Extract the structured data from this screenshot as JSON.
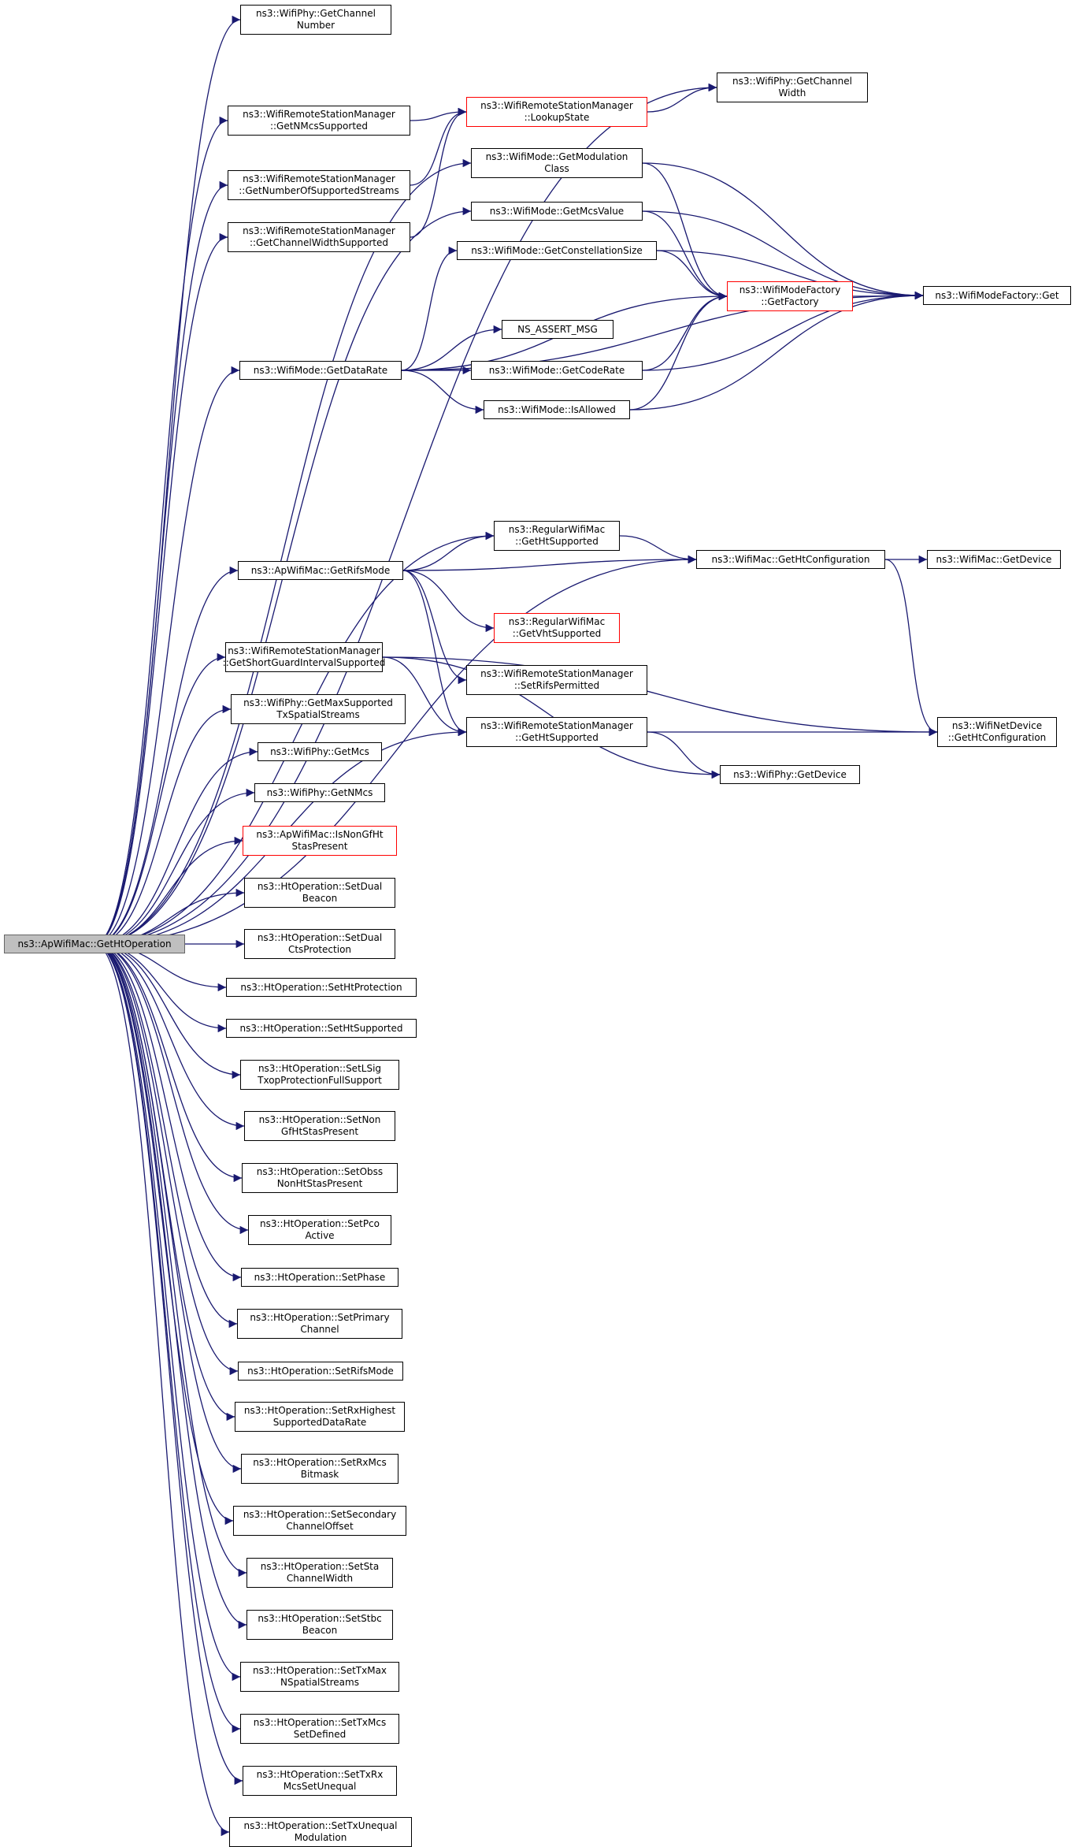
{
  "graph": {
    "edge_color": "#191970",
    "highlight_border_color": "#ff0000",
    "root_fill": "#bfbfbf",
    "nodes": [
      {
        "id": "root",
        "label": "ns3::ApWifiMac::GetHtOperation",
        "style": "root"
      },
      {
        "id": "phyChanNum",
        "label": "ns3::WifiPhy::GetChannel\nNumber"
      },
      {
        "id": "phyChanWidth",
        "label": "ns3::WifiPhy::GetChannel\nWidth"
      },
      {
        "id": "rsmNMcs",
        "label": "ns3::WifiRemoteStationManager\n::GetNMcsSupported"
      },
      {
        "id": "rsmLookup",
        "label": "ns3::WifiRemoteStationManager\n::LookupState",
        "style": "red"
      },
      {
        "id": "rsmStreams",
        "label": "ns3::WifiRemoteStationManager\n::GetNumberOfSupportedStreams"
      },
      {
        "id": "rsmChanWidth",
        "label": "ns3::WifiRemoteStationManager\n::GetChannelWidthSupported"
      },
      {
        "id": "modeModClass",
        "label": "ns3::WifiMode::GetModulation\nClass"
      },
      {
        "id": "modeMcsValue",
        "label": "ns3::WifiMode::GetMcsValue"
      },
      {
        "id": "modeConst",
        "label": "ns3::WifiMode::GetConstellationSize"
      },
      {
        "id": "factoryGetFactory",
        "label": "ns3::WifiModeFactory\n::GetFactory",
        "style": "red"
      },
      {
        "id": "factoryGet",
        "label": "ns3::WifiModeFactory::Get"
      },
      {
        "id": "assert",
        "label": "NS_ASSERT_MSG"
      },
      {
        "id": "modeDataRate",
        "label": "ns3::WifiMode::GetDataRate"
      },
      {
        "id": "modeCodeRate",
        "label": "ns3::WifiMode::GetCodeRate"
      },
      {
        "id": "modeIsAllowed",
        "label": "ns3::WifiMode::IsAllowed"
      },
      {
        "id": "regHt",
        "label": "ns3::RegularWifiMac\n::GetHtSupported"
      },
      {
        "id": "rifsMode",
        "label": "ns3::ApWifiMac::GetRifsMode"
      },
      {
        "id": "macHtConf",
        "label": "ns3::WifiMac::GetHtConfiguration"
      },
      {
        "id": "macDevice",
        "label": "ns3::WifiMac::GetDevice"
      },
      {
        "id": "regVht",
        "label": "ns3::RegularWifiMac\n::GetVhtSupported",
        "style": "red"
      },
      {
        "id": "rsmShortGI",
        "label": "ns3::WifiRemoteStationManager\n::GetShortGuardIntervalSupported"
      },
      {
        "id": "rsmRifs",
        "label": "ns3::WifiRemoteStationManager\n::SetRifsPermitted"
      },
      {
        "id": "phyMaxSS",
        "label": "ns3::WifiPhy::GetMaxSupported\nTxSpatialStreams"
      },
      {
        "id": "rsmHt",
        "label": "ns3::WifiRemoteStationManager\n::GetHtSupported"
      },
      {
        "id": "netHtConf",
        "label": "ns3::WifiNetDevice\n::GetHtConfiguration"
      },
      {
        "id": "phyMcs",
        "label": "ns3::WifiPhy::GetMcs"
      },
      {
        "id": "phyNMcs",
        "label": "ns3::WifiPhy::GetNMcs"
      },
      {
        "id": "phyDevice",
        "label": "ns3::WifiPhy::GetDevice"
      },
      {
        "id": "nonGf",
        "label": "ns3::ApWifiMac::IsNonGfHt\nStasPresent",
        "style": "red"
      },
      {
        "id": "h01",
        "label": "ns3::HtOperation::SetDual\nBeacon"
      },
      {
        "id": "h02",
        "label": "ns3::HtOperation::SetDual\nCtsProtection"
      },
      {
        "id": "h03",
        "label": "ns3::HtOperation::SetHtProtection"
      },
      {
        "id": "h04",
        "label": "ns3::HtOperation::SetHtSupported"
      },
      {
        "id": "h05",
        "label": "ns3::HtOperation::SetLSig\nTxopProtectionFullSupport"
      },
      {
        "id": "h06",
        "label": "ns3::HtOperation::SetNon\nGfHtStasPresent"
      },
      {
        "id": "h07",
        "label": "ns3::HtOperation::SetObss\nNonHtStasPresent"
      },
      {
        "id": "h08",
        "label": "ns3::HtOperation::SetPco\nActive"
      },
      {
        "id": "h09",
        "label": "ns3::HtOperation::SetPhase"
      },
      {
        "id": "h10",
        "label": "ns3::HtOperation::SetPrimary\nChannel"
      },
      {
        "id": "h11",
        "label": "ns3::HtOperation::SetRifsMode"
      },
      {
        "id": "h12",
        "label": "ns3::HtOperation::SetRxHighest\nSupportedDataRate"
      },
      {
        "id": "h13",
        "label": "ns3::HtOperation::SetRxMcs\nBitmask"
      },
      {
        "id": "h14",
        "label": "ns3::HtOperation::SetSecondary\nChannelOffset"
      },
      {
        "id": "h15",
        "label": "ns3::HtOperation::SetSta\nChannelWidth"
      },
      {
        "id": "h16",
        "label": "ns3::HtOperation::SetStbc\nBeacon"
      },
      {
        "id": "h17",
        "label": "ns3::HtOperation::SetTxMax\nNSpatialStreams"
      },
      {
        "id": "h18",
        "label": "ns3::HtOperation::SetTxMcs\nSetDefined"
      },
      {
        "id": "h19",
        "label": "ns3::HtOperation::SetTxRx\nMcsSetUnequal"
      },
      {
        "id": "h20",
        "label": "ns3::HtOperation::SetTxUnequal\nModulation"
      }
    ],
    "edges": [
      [
        "root",
        "phyChanNum"
      ],
      [
        "root",
        "phyChanWidth"
      ],
      [
        "root",
        "rsmNMcs"
      ],
      [
        "root",
        "rsmStreams"
      ],
      [
        "root",
        "rsmChanWidth"
      ],
      [
        "root",
        "modeModClass"
      ],
      [
        "root",
        "modeMcsValue"
      ],
      [
        "root",
        "modeDataRate"
      ],
      [
        "root",
        "regHt"
      ],
      [
        "root",
        "macHtConf"
      ],
      [
        "root",
        "rifsMode"
      ],
      [
        "root",
        "rsmShortGI"
      ],
      [
        "root",
        "phyMaxSS"
      ],
      [
        "root",
        "rsmHt"
      ],
      [
        "root",
        "phyMcs"
      ],
      [
        "root",
        "phyNMcs"
      ],
      [
        "root",
        "nonGf"
      ],
      [
        "root",
        "h01"
      ],
      [
        "root",
        "h02"
      ],
      [
        "root",
        "h03"
      ],
      [
        "root",
        "h04"
      ],
      [
        "root",
        "h05"
      ],
      [
        "root",
        "h06"
      ],
      [
        "root",
        "h07"
      ],
      [
        "root",
        "h08"
      ],
      [
        "root",
        "h09"
      ],
      [
        "root",
        "h10"
      ],
      [
        "root",
        "h11"
      ],
      [
        "root",
        "h12"
      ],
      [
        "root",
        "h13"
      ],
      [
        "root",
        "h14"
      ],
      [
        "root",
        "h15"
      ],
      [
        "root",
        "h16"
      ],
      [
        "root",
        "h17"
      ],
      [
        "root",
        "h18"
      ],
      [
        "root",
        "h19"
      ],
      [
        "root",
        "h20"
      ],
      [
        "rsmNMcs",
        "rsmLookup"
      ],
      [
        "rsmStreams",
        "rsmLookup"
      ],
      [
        "rsmChanWidth",
        "rsmLookup"
      ],
      [
        "rsmLookup",
        "phyChanWidth"
      ],
      [
        "modeModClass",
        "factoryGetFactory"
      ],
      [
        "modeModClass",
        "factoryGet"
      ],
      [
        "modeMcsValue",
        "factoryGetFactory"
      ],
      [
        "modeMcsValue",
        "factoryGet"
      ],
      [
        "modeConst",
        "factoryGetFactory"
      ],
      [
        "modeConst",
        "factoryGet"
      ],
      [
        "factoryGetFactory",
        "factoryGet"
      ],
      [
        "modeDataRate",
        "modeConst"
      ],
      [
        "modeDataRate",
        "assert"
      ],
      [
        "modeDataRate",
        "modeCodeRate"
      ],
      [
        "modeDataRate",
        "modeIsAllowed"
      ],
      [
        "modeDataRate",
        "factoryGetFactory"
      ],
      [
        "modeDataRate",
        "factoryGet"
      ],
      [
        "modeCodeRate",
        "factoryGetFactory"
      ],
      [
        "modeCodeRate",
        "factoryGet"
      ],
      [
        "modeIsAllowed",
        "factoryGetFactory"
      ],
      [
        "modeIsAllowed",
        "factoryGet"
      ],
      [
        "rifsMode",
        "regHt"
      ],
      [
        "rifsMode",
        "macHtConf"
      ],
      [
        "rifsMode",
        "regVht"
      ],
      [
        "rifsMode",
        "rsmRifs"
      ],
      [
        "rifsMode",
        "rsmHt"
      ],
      [
        "regHt",
        "macHtConf"
      ],
      [
        "macHtConf",
        "macDevice"
      ],
      [
        "macHtConf",
        "netHtConf"
      ],
      [
        "rsmShortGI",
        "rsmHt"
      ],
      [
        "rsmShortGI",
        "phyDevice"
      ],
      [
        "rsmShortGI",
        "netHtConf"
      ],
      [
        "rsmHt",
        "netHtConf"
      ],
      [
        "rsmHt",
        "phyDevice"
      ]
    ]
  }
}
